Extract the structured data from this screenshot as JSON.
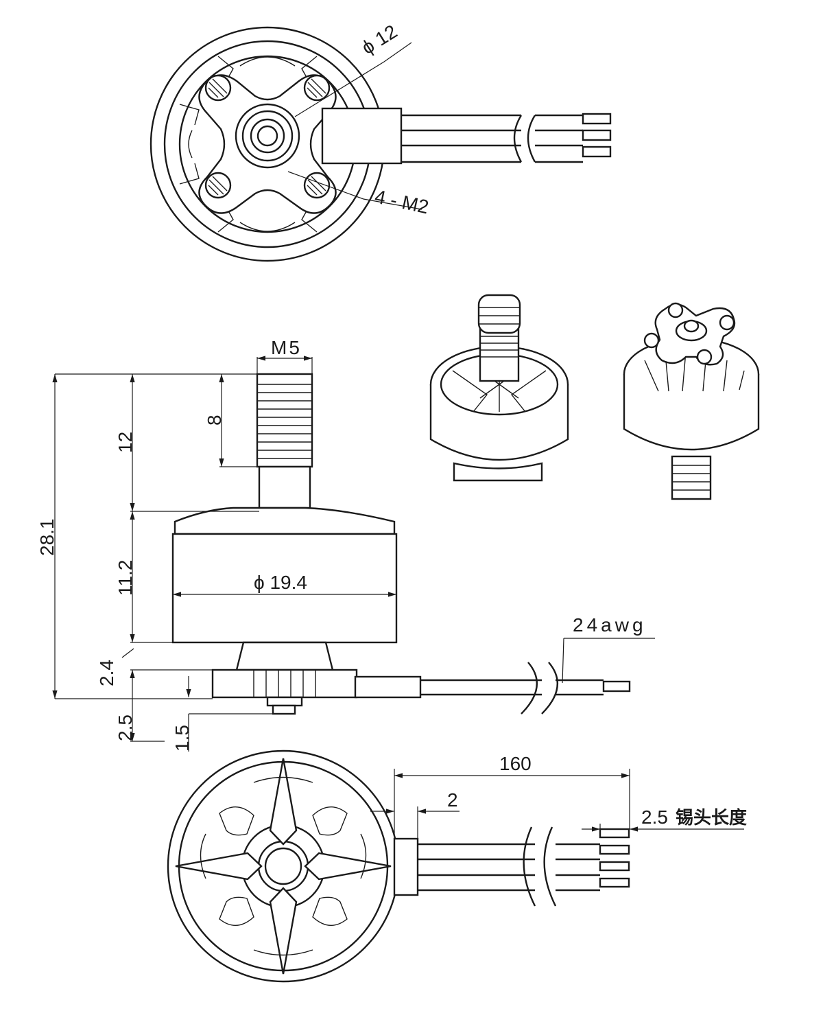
{
  "labels": {
    "bearing_diameter": "ϕ 12",
    "mount_holes": "4 - M2",
    "shaft_thread": "M5",
    "thread_length": "8",
    "shaft_length": "12",
    "total_height": "28.1",
    "bell_height": "11.2",
    "bell_diameter": "ϕ 19.4",
    "base_height": "2.4",
    "bottom_offset": "2.5",
    "clip_height": "1.5",
    "wire_gauge": "24awg",
    "lead_length": "160",
    "sleeve_gap": "2",
    "tin_length_value": "2.5",
    "tin_length_text": "锡头长度"
  }
}
